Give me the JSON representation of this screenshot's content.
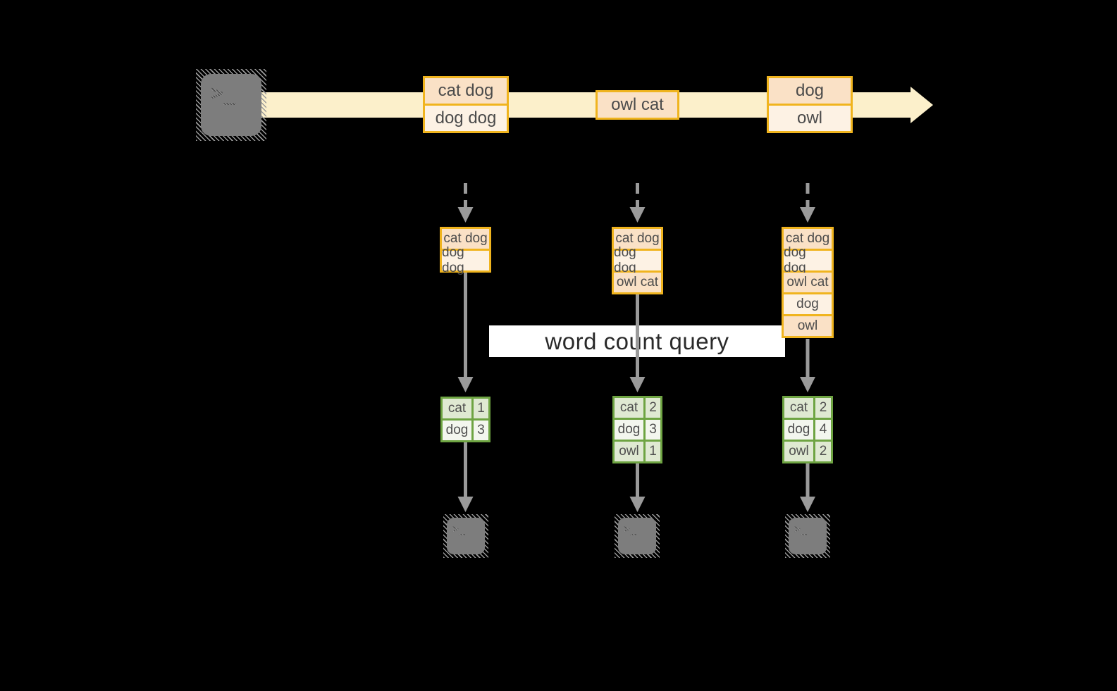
{
  "icons": {
    "terminal_glyph": ">_"
  },
  "query_label": "word count query",
  "stream": {
    "records": [
      {
        "rows": [
          "cat dog",
          "dog dog"
        ]
      },
      {
        "rows": [
          "owl cat"
        ]
      },
      {
        "rows": [
          "dog",
          "owl"
        ]
      }
    ]
  },
  "columns": [
    {
      "buffer": [
        "cat dog",
        "dog dog"
      ],
      "counts": [
        [
          "cat",
          "1"
        ],
        [
          "dog",
          "3"
        ]
      ]
    },
    {
      "buffer": [
        "cat dog",
        "dog dog",
        "owl cat"
      ],
      "counts": [
        [
          "cat",
          "2"
        ],
        [
          "dog",
          "3"
        ],
        [
          "owl",
          "1"
        ]
      ]
    },
    {
      "buffer": [
        "cat dog",
        "dog dog",
        "owl cat",
        "dog",
        "owl"
      ],
      "counts": [
        [
          "cat",
          "2"
        ],
        [
          "dog",
          "4"
        ],
        [
          "owl",
          "2"
        ]
      ]
    }
  ],
  "colors": {
    "gold_border": "#f0b41e",
    "record_fill_dark": "#fae1c6",
    "record_fill_light": "#fdf2e4",
    "stream_fill": "#fcf0cb",
    "green_border": "#6ea442",
    "count_fill_dark": "#dfe9d2",
    "count_fill_light": "#f3f6ee",
    "arrow_gray": "#9a9a9a",
    "terminal_gray": "#7d7d7d",
    "text_dark": "#4b4b4b"
  }
}
